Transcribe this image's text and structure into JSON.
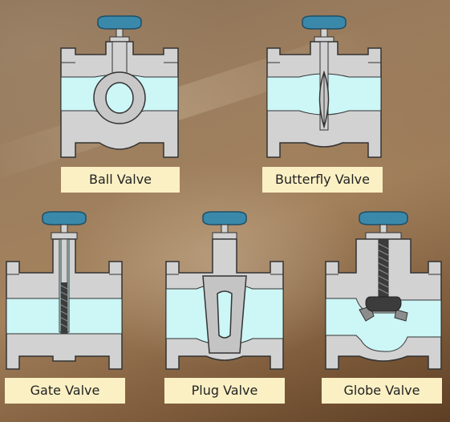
{
  "labels": {
    "ball": "Ball Valve",
    "butterfly": "Butterfly Valve",
    "gate": "Gate Valve",
    "plug": "Plug Valve",
    "globe": "Globe Valve"
  },
  "colors": {
    "body": "#d2d2d2",
    "body_outline": "#3a3a3a",
    "fluid": "#cdf6f6",
    "handwheel": "#3a89aa",
    "label_bg": "#fbf0c4",
    "stem_dark": "#3c3c3c"
  }
}
